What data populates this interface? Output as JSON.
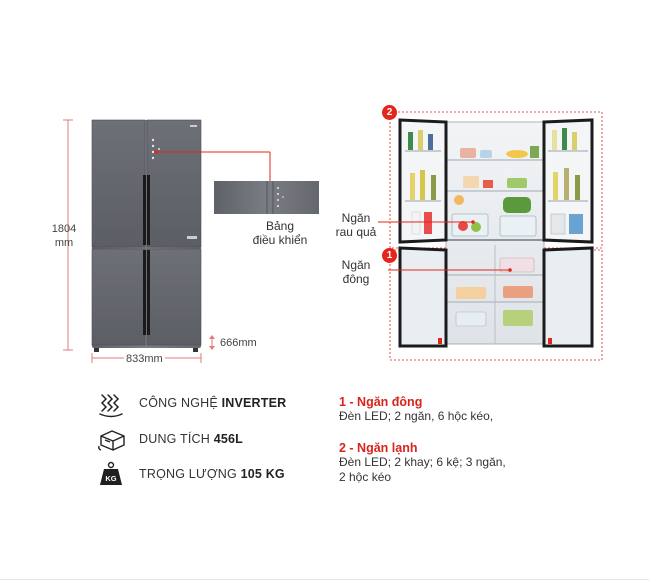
{
  "dimensions": {
    "height_value": "1804",
    "height_unit": "mm",
    "width": "833mm",
    "depth": "666mm"
  },
  "labels": {
    "control_panel_line1": "Bảng",
    "control_panel_line2": "điều khiển",
    "veg_line1": "Ngăn",
    "veg_line2": "rau quả",
    "freezer_line1": "Ngăn",
    "freezer_line2": "đông"
  },
  "badges": {
    "fridge": "2",
    "freezer": "1"
  },
  "specs": [
    {
      "icon": "inverter-icon",
      "prefix": "CÔNG NGHỆ ",
      "value": "INVERTER"
    },
    {
      "icon": "capacity-icon",
      "prefix": "DUNG TÍCH ",
      "value": "456L"
    },
    {
      "icon": "weight-icon",
      "prefix": "TRỌNG LƯỢNG ",
      "value": "105 KG",
      "icon_text": "KG"
    }
  ],
  "notes": [
    {
      "title": "1 - Ngăn đông",
      "lines": [
        "Đèn LED; 2 ngăn, 6 hộc kéo,"
      ]
    },
    {
      "title": "2 - Ngăn lạnh",
      "lines": [
        "Đèn LED; 2 khay; 6 kệ; 3 ngăn,",
        "2 hộc kéo"
      ]
    }
  ],
  "colors": {
    "accent_red": "#e3251b",
    "fridge_body": "#6f7178",
    "door_frame": "#1b1b1d"
  }
}
